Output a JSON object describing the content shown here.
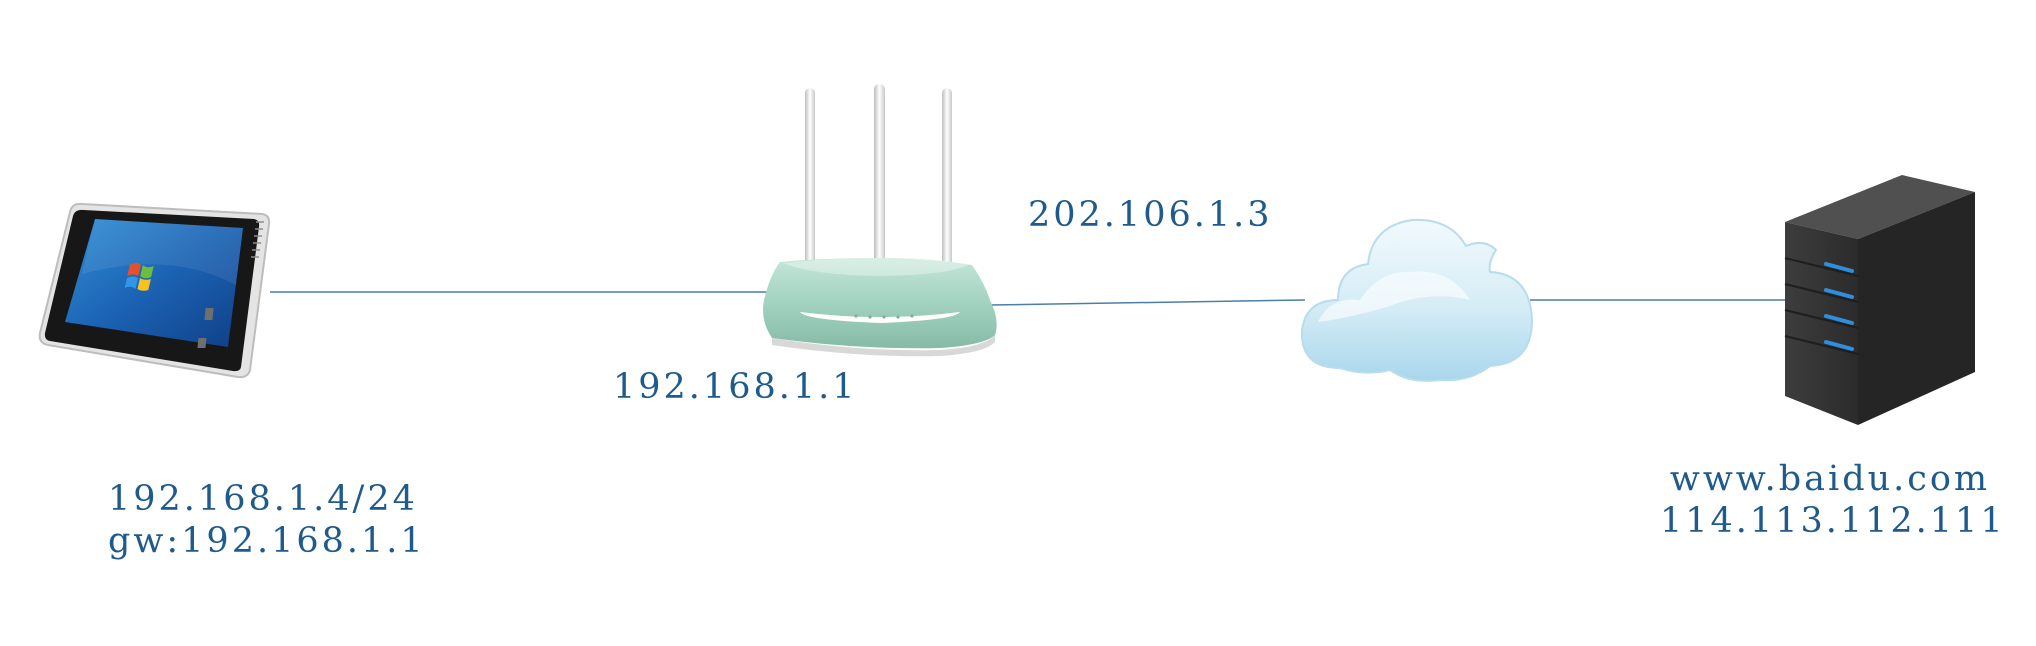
{
  "diagram": {
    "nodes": {
      "tablet": {
        "icon": "tablet-icon",
        "ip": "192.168.1.4/24",
        "gateway": "gw:192.168.1.1"
      },
      "router": {
        "icon": "router-icon",
        "lan_ip": "192.168.1.1",
        "wan_ip": "202.106.1.3"
      },
      "internet": {
        "icon": "cloud-icon"
      },
      "server": {
        "icon": "server-icon",
        "host": "www.baidu.com",
        "ip": "114.113.112.111"
      }
    },
    "colors": {
      "label": "#1f5a8c",
      "link": "#4a7fa8",
      "router_body": "#a9d6c6",
      "cloud": "#d5ecf5",
      "server_body": "#3a3a3a",
      "server_led": "#2e8fe0"
    }
  }
}
